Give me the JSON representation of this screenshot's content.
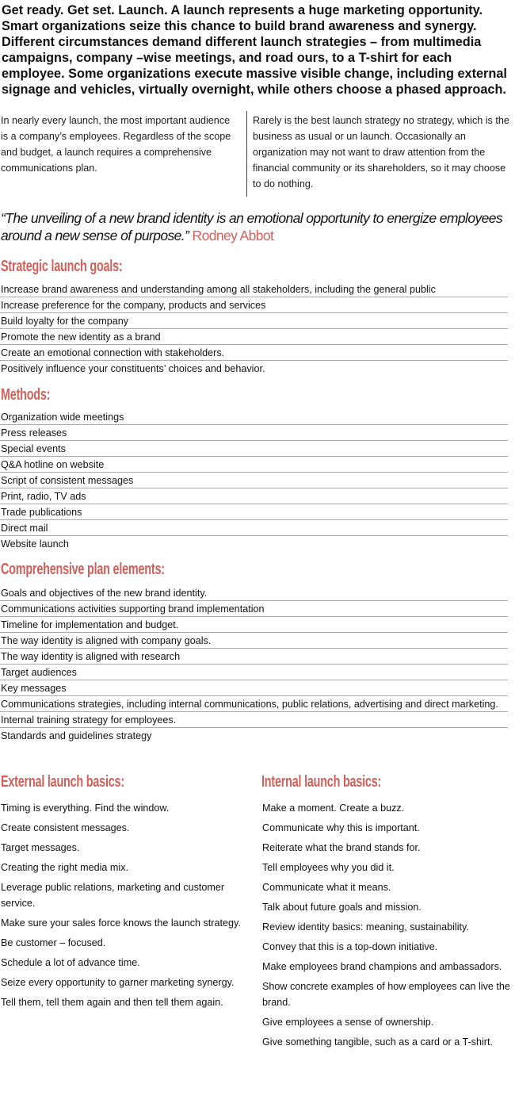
{
  "lead": "Get ready. Get set. Launch. A launch represents a huge marketing opportunity. Smart organizations seize this chance to build brand awareness and synergy. Different circumstances demand different launch strategies – from multimedia campaigns, company –wise meetings, and road ours, to a T-shirt for each employee. Some organizations execute massive visible change, including external signage and vehicles, virtually overnight, while others choose a phased approach.",
  "col1": "In nearly every launch, the most important audience is a company’s employees. Regardless of the scope and budget, a launch requires a comprehensive communications plan.",
  "col2": "Rarely is the best launch strategy no strategy, which is the business as usual or un launch. Occasionally an organization may not want to draw attention from the financial community or its shareholders, so it may choose to do nothing.",
  "quote": {
    "text": "“The unveiling of a new brand identity is an emotional opportunity to energize employees around a new sense of purpose.”",
    "author": "Rodney Abbot"
  },
  "goals": {
    "title": "Strategic launch goals:",
    "items": [
      "Increase brand awareness and understanding among all stakeholders, including the general public",
      "Increase preference for the company, products and services",
      "Build loyalty for the company",
      "Promote the new identity as a brand",
      "Create an emotional connection with stakeholders.",
      "Positively influence your constituents’ choices and behavior."
    ]
  },
  "methods": {
    "title": "Methods:",
    "items": [
      "Organization wide meetings",
      "Press releases",
      "Special events",
      "Q&A hotline on website",
      "Script of consistent messages",
      "Print, radio, TV ads",
      "Trade publications",
      "Direct mail",
      "Website launch"
    ]
  },
  "plan": {
    "title": "Comprehensive plan elements:",
    "items": [
      "Goals and objectives of the new brand identity.",
      "Communications activities supporting brand implementation",
      "Timeline for implementation and budget.",
      "The way identity is aligned with company goals.",
      "The way identity is aligned with research",
      "Target audiences",
      "Key messages",
      "Communications strategies, including internal communications, public relations, advertising and direct marketing.",
      "Internal training strategy for employees.",
      "Standards and guidelines strategy"
    ]
  },
  "external": {
    "title": "External launch basics:",
    "items": [
      "Timing is everything. Find the window.",
      "Create consistent messages.",
      "Target messages.",
      "Creating the right media mix.",
      "Leverage public relations, marketing and customer service.",
      "Make sure your sales force knows the launch strategy.",
      "Be customer – focused.",
      "Schedule a lot of advance time.",
      "Seize every  opportunity to garner marketing synergy.",
      "Tell them, tell them again and then tell them again."
    ]
  },
  "internal": {
    "title": "Internal launch basics:",
    "items": [
      "Make a moment. Create a buzz.",
      "Communicate why this is important.",
      "Reiterate what the brand stands for.",
      "Tell employees why you did it.",
      "Communicate what it means.",
      "Talk about future goals and mission.",
      "Review identity basics: meaning, sustainability.",
      "Convey that this is a top-down initiative.",
      "Make employees brand champions and ambassadors.",
      "Show concrete examples of how employees can live the brand.",
      "Give employees a sense of ownership.",
      "Give something tangible, such as a card or a T-shirt."
    ]
  }
}
